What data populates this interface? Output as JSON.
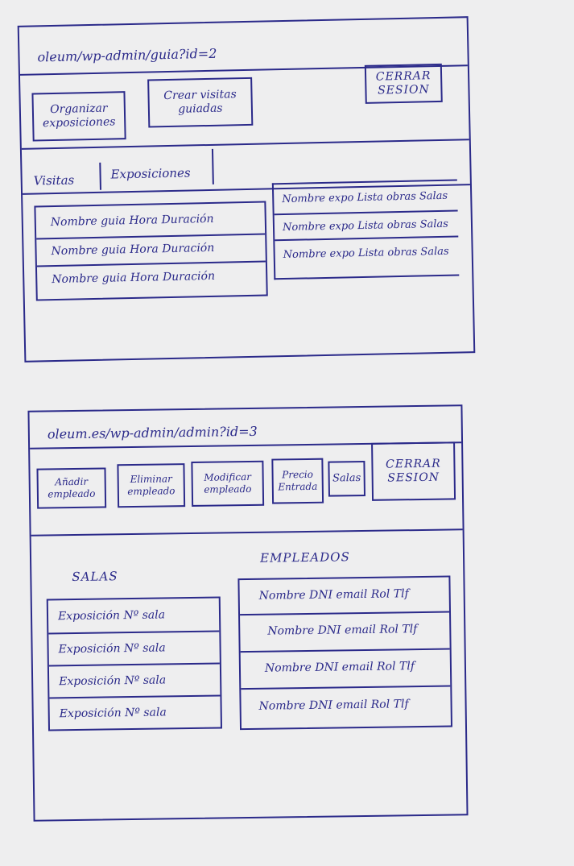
{
  "screen1": {
    "url": "oleum/wp-admin/guia?id=2",
    "buttons": {
      "organizar": "Organizar exposiciones",
      "crear_visitas": "Crear visitas guiadas",
      "cerrar_sesion": "CERRAR SESION"
    },
    "tabs": [
      "Visitas",
      "Exposiciones"
    ],
    "visitas_rows": [
      "Nombre guia  Hora  Duración",
      "Nombre guia  Hora  Duración",
      "Nombre guia  Hora  Duración"
    ],
    "expo_rows": [
      "Nombre expo  Lista obras  Salas",
      "Nombre expo  Lista obras  Salas",
      "Nombre expo  Lista obras  Salas"
    ]
  },
  "screen2": {
    "url": "oleum.es/wp-admin/admin?id=3",
    "buttons": {
      "anadir": "Añadir empleado",
      "eliminar": "Eliminar empleado",
      "modificar": "Modificar empleado",
      "precio_entrada": "Precio Entrada",
      "salas": "Salas",
      "cerrar_sesion": "CERRAR SESION"
    },
    "salas_title": "SALAS",
    "empleados_title": "EMPLEADOS",
    "salas_rows": [
      "Exposición  Nº sala",
      "Exposición  Nº sala",
      "Exposición  Nº sala",
      "Exposición  Nº sala"
    ],
    "empleados_rows": [
      "Nombre  DNI  email  Rol  Tlf",
      "Nombre  DNI  email  Rol  Tlf",
      "Nombre  DNI  email  Rol  Tlf",
      "Nombre  DNI  email  Rol  Tlf"
    ]
  }
}
